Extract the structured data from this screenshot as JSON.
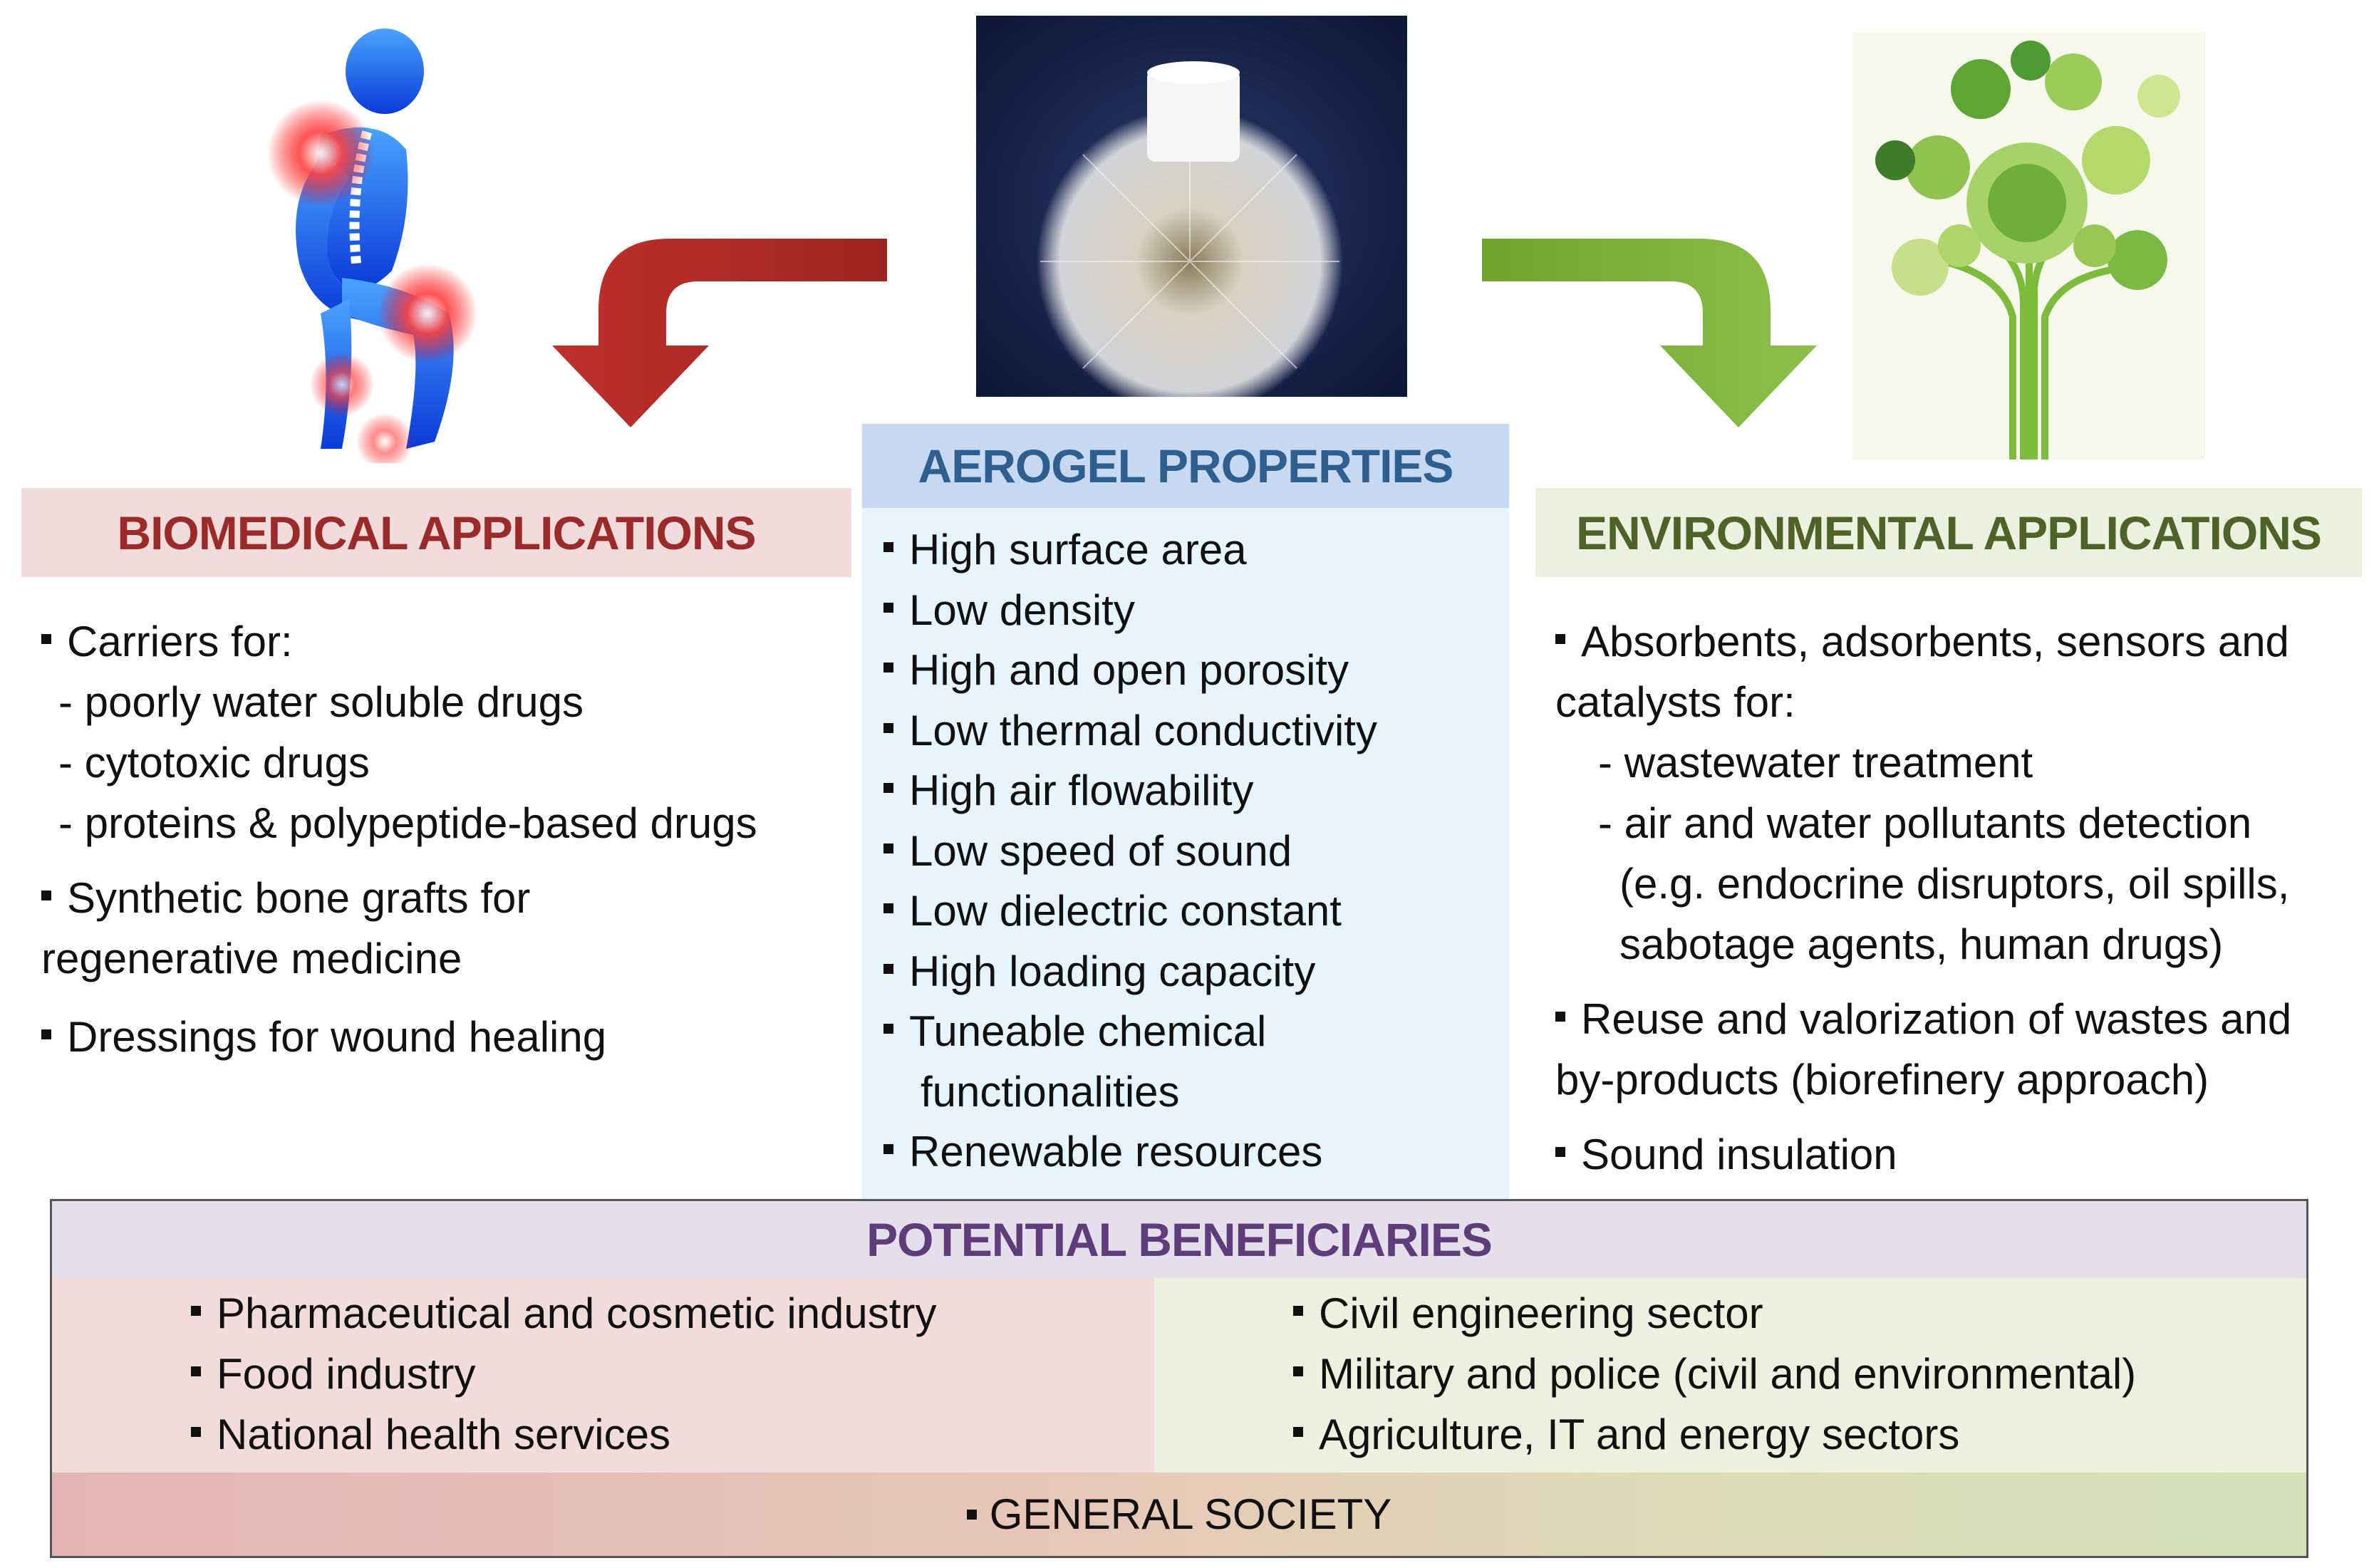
{
  "center": {
    "title": "AEROGEL PROPERTIES",
    "items": [
      "High surface area",
      "Low density",
      "High and open porosity",
      "Low thermal conductivity",
      "High air flowability",
      "Low speed of sound",
      "Low dielectric constant",
      "High loading capacity",
      "Tuneable chemical",
      "functionalities",
      "Renewable resources"
    ]
  },
  "biomedical": {
    "title": "BIOMEDICAL APPLICATIONS",
    "lines": [
      "Carriers for:",
      "- poorly water soluble drugs",
      "- cytotoxic drugs",
      "- proteins & polypeptide-based drugs",
      "Synthetic bone grafts for",
      "regenerative medicine",
      "Dressings for wound healing"
    ]
  },
  "environmental": {
    "title": "ENVIRONMENTAL APPLICATIONS",
    "lines": [
      "Absorbents, adsorbents, sensors and",
      "catalysts for:",
      "- wastewater treatment",
      "- air and water pollutants detection",
      "(e.g. endocrine disruptors, oil spills,",
      "sabotage agents, human drugs)",
      "Reuse and valorization of wastes and",
      "by-products (biorefinery approach)",
      "Sound insulation"
    ]
  },
  "beneficiaries": {
    "title": "POTENTIAL BENEFICIARIES",
    "left": [
      "Pharmaceutical and cosmetic industry",
      "Food industry",
      "National health services"
    ],
    "right": [
      "Civil engineering sector",
      "Military and police (civil and environmental)",
      "Agriculture, IT and energy sectors"
    ],
    "general": "GENERAL SOCIETY"
  },
  "colors": {
    "biomedical_title": "#9b2b2b",
    "biomedical_header_bg": "#f2dcdb",
    "center_title": "#2e5f8f",
    "center_header_bg": "#c6d9f1",
    "center_body_bg": "#e8f4fb",
    "environmental_title": "#4f6228",
    "environmental_header_bg": "#ebf1de",
    "beneficiaries_title": "#5f3c7a",
    "beneficiaries_header_bg": "#e5dfec",
    "red_arrow": "#c0302b",
    "green_arrow": "#7fb03a"
  },
  "images": {
    "left": "human-joint-pain-figure",
    "center": "aerogel-on-dandelion-photo",
    "right": "green-eco-tree-icons"
  }
}
